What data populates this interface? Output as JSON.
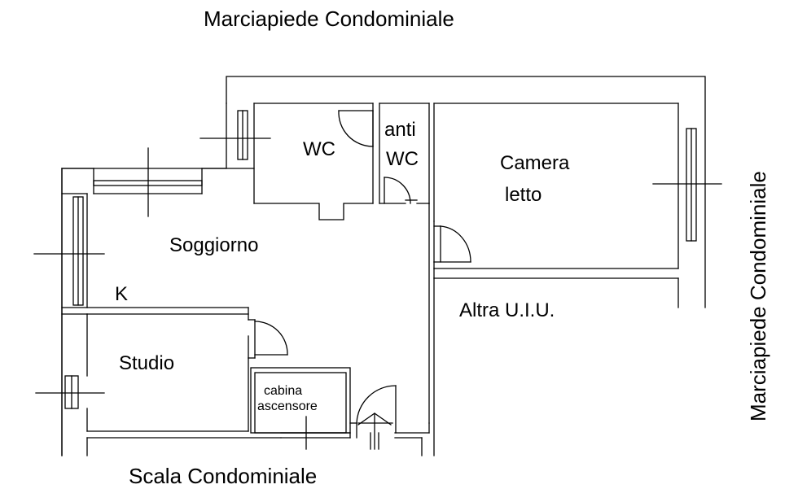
{
  "labels": {
    "top_street": "Marciapiede Condominiale",
    "right_street": "Marciapiede Condominiale",
    "bottom_stair": "Scala Condominiale",
    "wc": "WC",
    "anti_wc_1": "anti",
    "anti_wc_2": "WC",
    "camera_1": "Camera",
    "camera_2": "letto",
    "soggiorno": "Soggiorno",
    "k": "K",
    "altra_uiu": "Altra U.I.U.",
    "studio": "Studio",
    "cabina_1": "cabina",
    "cabina_2": "ascensore"
  },
  "colors": {
    "line": "#000000",
    "background": "#ffffff"
  }
}
